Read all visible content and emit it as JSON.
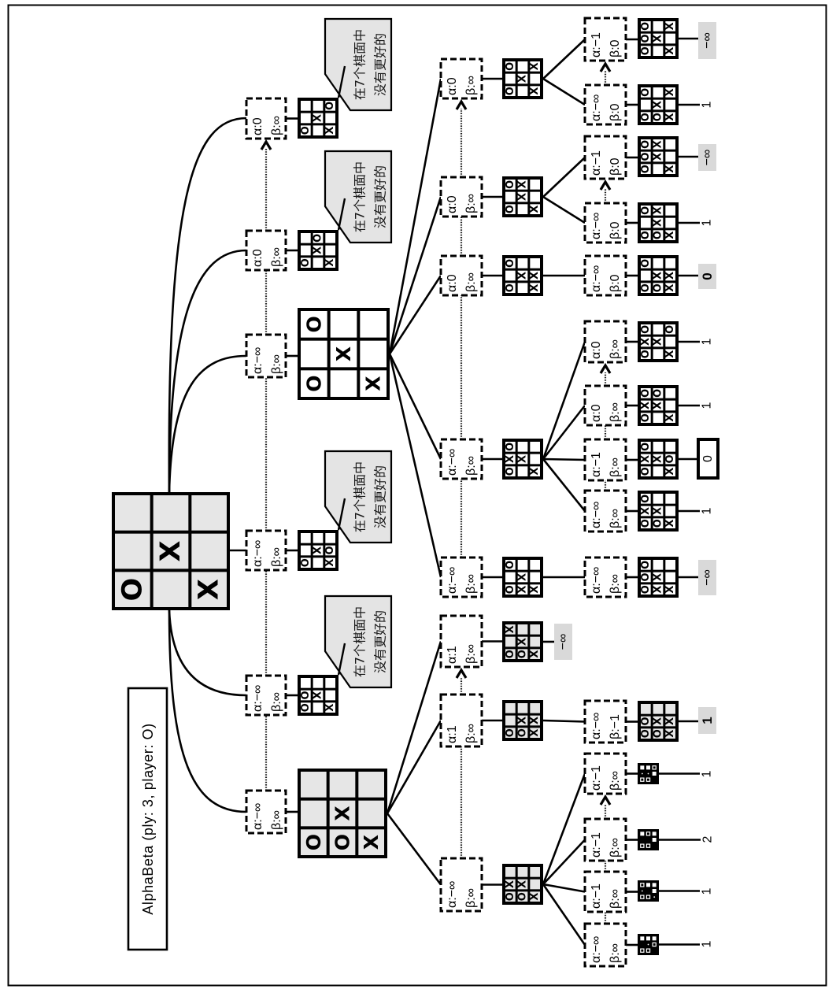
{
  "title": "AlphaBeta  (ply: 3, player: O)",
  "labels": {
    "alpha": "α:",
    "beta": "β:"
  },
  "nodes": {
    "root": {
      "board": [
        [
          "",
          "",
          ""
        ],
        [
          "",
          "X",
          ""
        ],
        [
          "O",
          "",
          "X"
        ]
      ],
      "shaded": true,
      "children": [
        "N1",
        "N2",
        "N3",
        "N4",
        "N5",
        "N6"
      ]
    },
    "N1": {
      "alpha": "−∞",
      "beta": "∞",
      "board": [
        [
          "",
          "",
          ""
        ],
        [
          "",
          "X",
          ""
        ],
        [
          "O",
          "O",
          "X"
        ]
      ],
      "shaded": true,
      "children": [
        "A",
        "B",
        "C"
      ]
    },
    "N2": {
      "alpha": "−∞",
      "beta": "∞",
      "board": [
        [
          "",
          "",
          ""
        ],
        [
          "O",
          "X",
          ""
        ],
        [
          "O",
          "",
          "X"
        ]
      ],
      "note": [
        "在7个棋面中",
        "没有更好的"
      ]
    },
    "N3": {
      "alpha": "−∞",
      "beta": "∞",
      "board": [
        [
          "",
          "",
          ""
        ],
        [
          "",
          "X",
          "O"
        ],
        [
          "O",
          "",
          "X"
        ]
      ],
      "note": [
        "在7个棋面中",
        "没有更好的"
      ]
    },
    "N4": {
      "alpha": "−∞",
      "beta": "∞",
      "board": [
        [
          "O",
          "",
          ""
        ],
        [
          "",
          "X",
          ""
        ],
        [
          "O",
          "",
          "X"
        ]
      ],
      "children": [
        "D1",
        "D2",
        "D3",
        "D4",
        "D5"
      ]
    },
    "N5": {
      "alpha": "0",
      "beta": "∞",
      "board": [
        [
          "",
          "O",
          ""
        ],
        [
          "",
          "X",
          ""
        ],
        [
          "O",
          "",
          "X"
        ]
      ],
      "note": [
        "在7个棋面中",
        "没有更好的"
      ]
    },
    "N6": {
      "alpha": "0",
      "beta": "∞",
      "board": [
        [
          "",
          "",
          "O"
        ],
        [
          "",
          "X",
          ""
        ],
        [
          "O",
          "",
          "X"
        ]
      ],
      "note": [
        "在7个棋面中",
        "没有更好的"
      ],
      "alpha_arrow": true
    },
    "A": {
      "alpha": "−∞",
      "beta": "∞",
      "board": [
        [
          "",
          "",
          ""
        ],
        [
          "X",
          "X",
          ""
        ],
        [
          "O",
          "O",
          "X"
        ]
      ],
      "shaded": true,
      "children": [
        "A1",
        "A2",
        "A3",
        "A4"
      ]
    },
    "B": {
      "alpha": "1",
      "beta": "∞",
      "board": [
        [
          "",
          "",
          ""
        ],
        [
          "",
          "X",
          "X"
        ],
        [
          "O",
          "O",
          "X"
        ]
      ],
      "shaded": true,
      "children": [
        "B1"
      ]
    },
    "C": {
      "alpha": "1",
      "beta": "∞",
      "board": [
        [
          "X",
          "",
          ""
        ],
        [
          "",
          "X",
          ""
        ],
        [
          "O",
          "O",
          "X"
        ]
      ],
      "shaded": true,
      "value": "−∞",
      "value_style": "shaded",
      "alpha_arrow": true
    },
    "A1": {
      "alpha": "−∞",
      "beta": "∞",
      "mini_board": [
        [
          "w",
          "w",
          "w"
        ],
        [
          "",
          ".",
          "o"
        ],
        [
          "o",
          "o",
          ""
        ]
      ],
      "value": "1",
      "value_style": "plain"
    },
    "A2": {
      "alpha": "−1",
      "beta": "∞",
      "mini_board": [
        [
          "o",
          "w",
          "w"
        ],
        [
          ".",
          "",
          "w"
        ],
        [
          "o",
          "o",
          "."
        ]
      ],
      "value": "1",
      "value_style": "plain"
    },
    "A3": {
      "alpha": "−1",
      "beta": "∞",
      "mini_board": [
        [
          "w",
          "o",
          "w"
        ],
        [
          "",
          "",
          "w"
        ],
        [
          "o",
          "o",
          ""
        ]
      ],
      "value": "2",
      "value_style": "plain"
    },
    "A4": {
      "alpha": "−1",
      "beta": "∞",
      "mini_board": [
        [
          "w",
          "w",
          "o"
        ],
        [
          ".",
          ".",
          "w"
        ],
        [
          "o",
          "o",
          ""
        ]
      ],
      "value": "1",
      "value_style": "plain",
      "alpha_arrow": true
    },
    "B1": {
      "alpha": "−∞",
      "beta": "−1",
      "board": [
        [
          "",
          "",
          ""
        ],
        [
          "O",
          "X",
          "X"
        ],
        [
          "O",
          "O",
          "X"
        ]
      ],
      "shaded": true,
      "value": "1",
      "value_style": "shaded"
    },
    "D1": {
      "alpha": "−∞",
      "beta": "∞",
      "board": [
        [
          "O",
          "",
          ""
        ],
        [
          "",
          "X",
          ""
        ],
        [
          "O",
          "X",
          "X"
        ]
      ],
      "children": [
        "E1"
      ]
    },
    "D2": {
      "alpha": "−∞",
      "beta": "∞",
      "board": [
        [
          "O",
          "",
          ""
        ],
        [
          "X",
          "X",
          ""
        ],
        [
          "O",
          "",
          "X"
        ]
      ],
      "children": [
        "F1",
        "F2",
        "F3",
        "F4"
      ]
    },
    "D3": {
      "alpha": "0",
      "beta": "∞",
      "board": [
        [
          "O",
          "",
          ""
        ],
        [
          "",
          "X",
          "X"
        ],
        [
          "O",
          "",
          "X"
        ]
      ],
      "children": [
        "G1"
      ]
    },
    "D4": {
      "alpha": "0",
      "beta": "∞",
      "board": [
        [
          "O",
          "X",
          ""
        ],
        [
          "",
          "X",
          ""
        ],
        [
          "O",
          "",
          "X"
        ]
      ],
      "children": [
        "H1",
        "H2"
      ]
    },
    "D5": {
      "alpha": "0",
      "beta": "∞",
      "board": [
        [
          "O",
          "",
          "X"
        ],
        [
          "",
          "X",
          ""
        ],
        [
          "O",
          "",
          "X"
        ]
      ],
      "children": [
        "I1",
        "I2"
      ],
      "alpha_arrow": true
    },
    "E1": {
      "alpha": "−∞",
      "beta": "∞",
      "board": [
        [
          "O",
          "",
          ""
        ],
        [
          "O",
          "X",
          ""
        ],
        [
          "O",
          "X",
          "X"
        ]
      ],
      "value": "−∞",
      "value_style": "shaded"
    },
    "F1": {
      "alpha": "−∞",
      "beta": "∞",
      "board": [
        [
          "O",
          "",
          ""
        ],
        [
          "X",
          "X",
          ""
        ],
        [
          "O",
          "O",
          "X"
        ]
      ],
      "value": "1",
      "value_style": "plain"
    },
    "F2": {
      "alpha": "−1",
      "beta": "∞",
      "board": [
        [
          "O",
          "",
          ""
        ],
        [
          "X",
          "X",
          "O"
        ],
        [
          "O",
          "",
          "X"
        ]
      ],
      "value": "0",
      "value_style": "boxed"
    },
    "F3": {
      "alpha": "0",
      "beta": "∞",
      "board": [
        [
          "O",
          "O",
          ""
        ],
        [
          "X",
          "X",
          ""
        ],
        [
          "O",
          "",
          "X"
        ]
      ],
      "value": "1",
      "value_style": "plain"
    },
    "F4": {
      "alpha": "0",
      "beta": "∞",
      "board": [
        [
          "O",
          "",
          "O"
        ],
        [
          "X",
          "X",
          ""
        ],
        [
          "O",
          "",
          "X"
        ]
      ],
      "value": "1",
      "value_style": "plain",
      "alpha_arrow": true
    },
    "G1": {
      "alpha": "−∞",
      "beta": "0",
      "board": [
        [
          "O",
          "",
          ""
        ],
        [
          "",
          "X",
          "X"
        ],
        [
          "O",
          "O",
          "X"
        ]
      ],
      "value": "0",
      "value_style": "shaded"
    },
    "H1": {
      "alpha": "−∞",
      "beta": "0",
      "board": [
        [
          "O",
          "X",
          ""
        ],
        [
          "",
          "X",
          ""
        ],
        [
          "O",
          "O",
          "X"
        ]
      ],
      "value": "1",
      "value_style": "plain"
    },
    "H2": {
      "alpha": "−1",
      "beta": "0",
      "board": [
        [
          "O",
          "X",
          ""
        ],
        [
          "O",
          "X",
          ""
        ],
        [
          "O",
          "",
          "X"
        ]
      ],
      "value": "−∞",
      "value_style": "shaded",
      "alpha_arrow": true
    },
    "I1": {
      "alpha": "−∞",
      "beta": "0",
      "board": [
        [
          "O",
          "",
          "X"
        ],
        [
          "",
          "X",
          ""
        ],
        [
          "O",
          "O",
          "X"
        ]
      ],
      "value": "1",
      "value_style": "plain"
    },
    "I2": {
      "alpha": "−1",
      "beta": "0",
      "board": [
        [
          "O",
          "",
          "X"
        ],
        [
          "O",
          "X",
          ""
        ],
        [
          "O",
          "",
          "X"
        ]
      ],
      "value": "−∞",
      "value_style": "shaded",
      "alpha_arrow": true
    }
  }
}
